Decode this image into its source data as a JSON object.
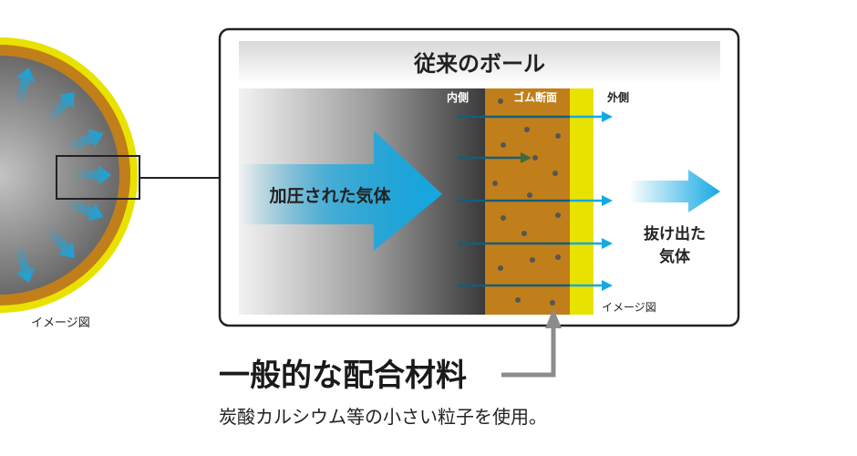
{
  "panel": {
    "title": "従来のボール",
    "inside_label": "内側",
    "rubber_label": "ゴム断面",
    "outside_label": "外側",
    "pressurized_gas_label": "加圧された気体",
    "escaped_gas_label_line1": "抜け出た",
    "escaped_gas_label_line2": "気体",
    "image_caption": "イメージ図"
  },
  "ball": {
    "image_caption": "イメージ図"
  },
  "material": {
    "heading": "一般的な配合材料",
    "description": "炭酸カルシウム等の小さい粒子を使用。"
  },
  "colors": {
    "rubber": "#c07f1a",
    "coating": "#e9e200",
    "arrow_blue": "#14a9e3",
    "gas_line": "#145e7a"
  }
}
